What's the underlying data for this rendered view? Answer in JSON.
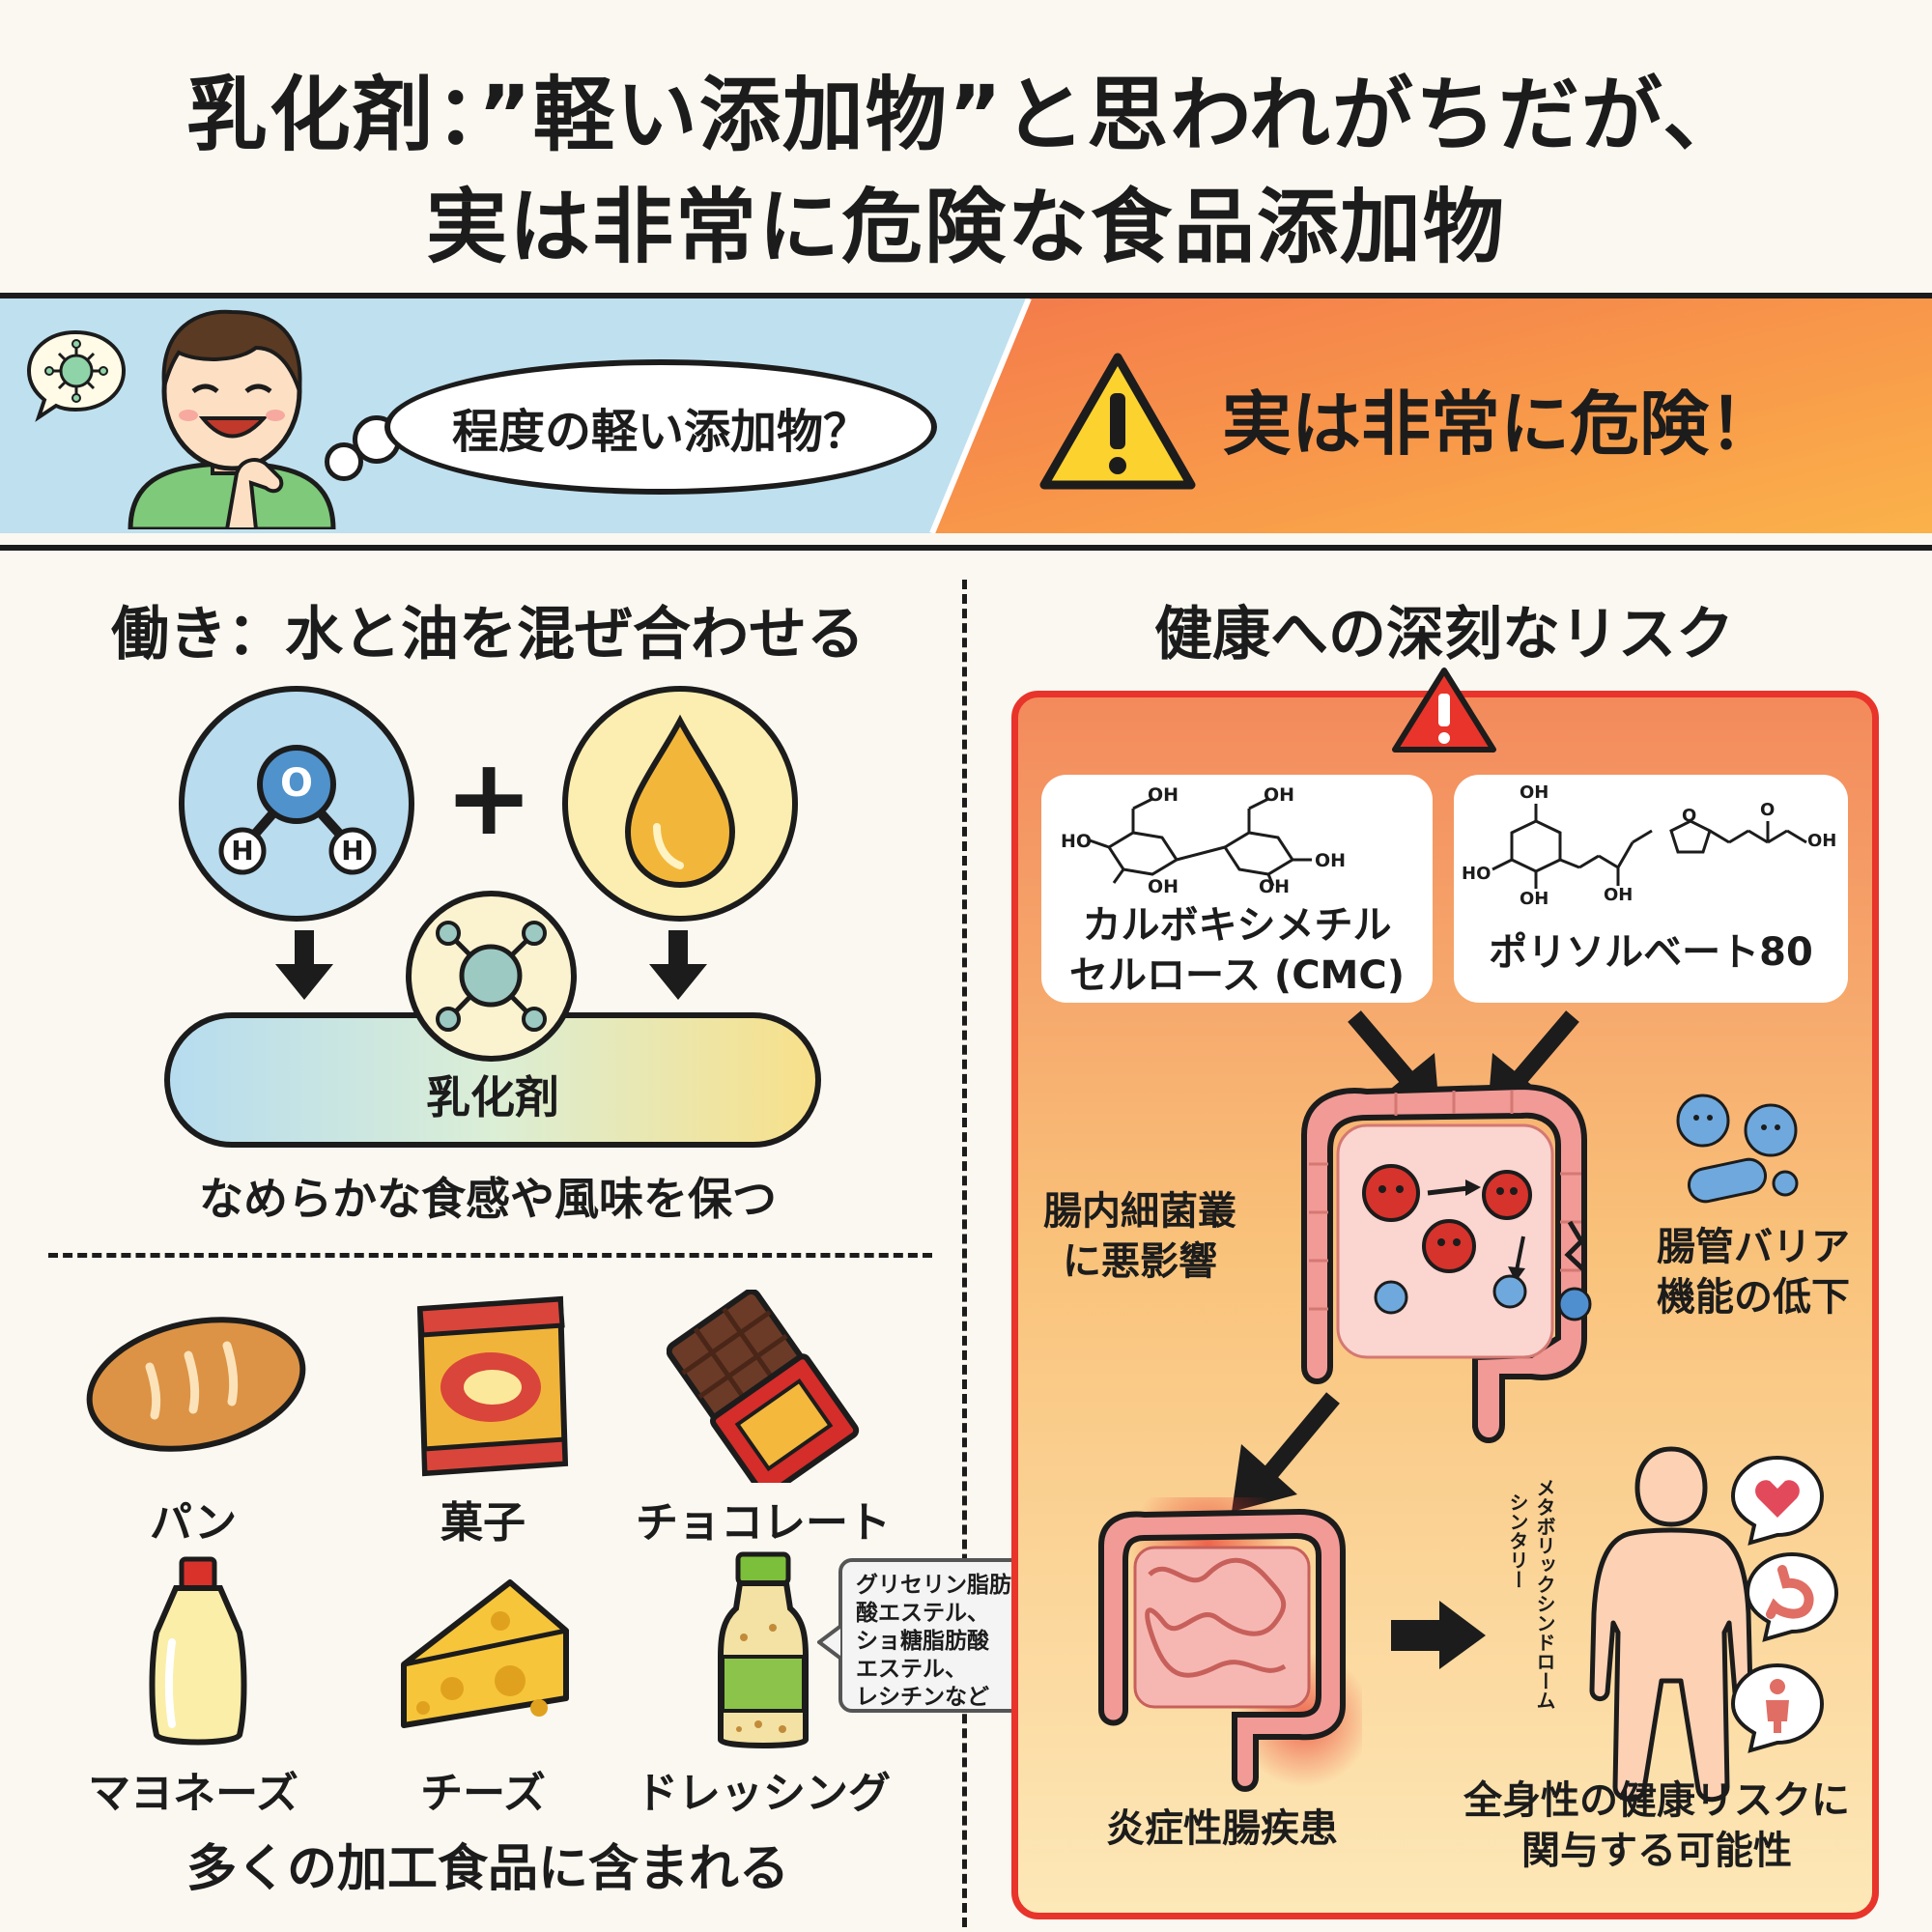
{
  "title": {
    "line1": "乳化剤：”軽い添加物”と思われがちだが、",
    "line2": "実は非常に危険な食品添加物"
  },
  "banner": {
    "question": "程度の軽い添加物？",
    "warning": "実は非常に危険！",
    "left_color": "#bfe0ef",
    "right_color": "#f6874f"
  },
  "function_section": {
    "heading": "働き：水と油を混ぜ合わせる",
    "water_atoms": {
      "o": "O",
      "h": "H"
    },
    "plus": "+",
    "bar_label": "乳化剤",
    "caption": "なめらかな食感や風味を保つ"
  },
  "foods_section": {
    "items": [
      "パン",
      "菓子",
      "チョコレート",
      "マヨネーズ",
      "チーズ",
      "ドレッシング"
    ],
    "callout": [
      "グリセリン脂肪",
      "酸エステル、",
      "ショ糖脂肪酸",
      "エステル、",
      "レシチンなど"
    ],
    "caption": "多くの加工食品に含まれる"
  },
  "risk_section": {
    "heading": "健康への深刻なリスク",
    "cmc_label": [
      "カルボキシメチル",
      "セルロース (CMC)"
    ],
    "poly_label": "ポリソルベート80",
    "oh": "OH",
    "ho": "HO",
    "o": "O",
    "microbiome": [
      "腸内細菌叢",
      "に悪影響"
    ],
    "barrier": [
      "腸管バリア",
      "機能の低下"
    ],
    "ibd": "炎症性腸疾患",
    "metabolic": [
      "メタボリックシンドローム",
      "シンタリー"
    ],
    "systemic": [
      "全身性の健康リスクに",
      "関与する可能性"
    ],
    "box_border_color": "#e8342a"
  }
}
